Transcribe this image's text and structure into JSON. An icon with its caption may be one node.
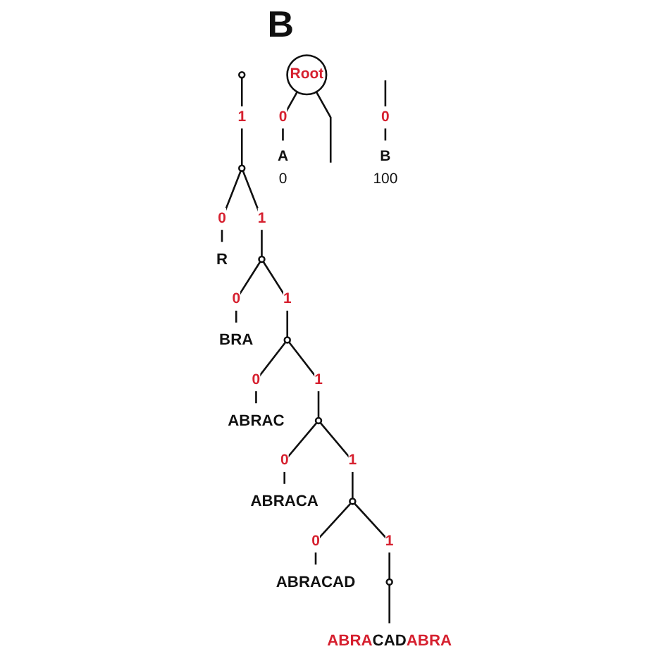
{
  "diagram": {
    "nodes": [
      {
        "text": [],
        "shape": "circle"
      },
      {
        "text": [],
        "shape": "circle"
      },
      {
        "text": [
          "R"
        ]
      },
      {
        "text": [],
        "shape": "circle"
      },
      {
        "text": [
          "BRA"
        ]
      },
      {
        "text": [],
        "shape": "circle"
      },
      {
        "text": [
          "ABRAC"
        ]
      },
      {
        "text": [],
        "shape": "circle"
      },
      {
        "text": [
          "ABRACA"
        ]
      },
      {
        "text": [],
        "shape": "circle"
      },
      {
        "text": [
          "ABRACAD"
        ]
      },
      {
        "text": [],
        "shape": "circle"
      },
      {
        "text": [
          "ABRACADABRA"
        ]
      },
      {
        "text": [
          "Root"
        ]
      },
      {
        "text": [
          "A",
          "0"
        ]
      },
      {
        "text": [
          "B",
          "100"
        ]
      }
    ],
    "edges": [
      {
        "from": 0,
        "to": 1,
        "arrow": "none",
        "label": "1"
      },
      {
        "from": 1,
        "to": 2,
        "arrow": "none",
        "label": "0"
      },
      {
        "from": 1,
        "to": 3,
        "arrow": "none",
        "label": "1"
      },
      {
        "from": 3,
        "to": 4,
        "arrow": "none",
        "label": "0"
      },
      {
        "from": 3,
        "to": 5,
        "arrow": "none",
        "label": "1"
      },
      {
        "from": 5,
        "to": 6,
        "arrow": "none",
        "label": "0"
      },
      {
        "from": 5,
        "to": 7,
        "arrow": "none",
        "label": "1"
      },
      {
        "from": 7,
        "to": 8,
        "arrow": "none",
        "label": "0"
      },
      {
        "from": 7,
        "to": 9,
        "arrow": "none",
        "label": "1"
      },
      {
        "from": 9,
        "to": 10,
        "arrow": "none",
        "label": "0"
      },
      {
        "from": 9,
        "to": 11,
        "arrow": "none",
        "label": "1"
      },
      {
        "from": 11,
        "to": 12,
        "arrow": "none"
      },
      {
        "from": 13,
        "to": 14,
        "arrow": "none",
        "label": "0"
      },
      {
        "from": 13,
        "to": null,
        "arrow": "none"
      },
      {
        "from": null,
        "to": 15,
        "arrow": "none",
        "label": "0"
      }
    ],
    "labels": [
      "B"
    ]
  }
}
